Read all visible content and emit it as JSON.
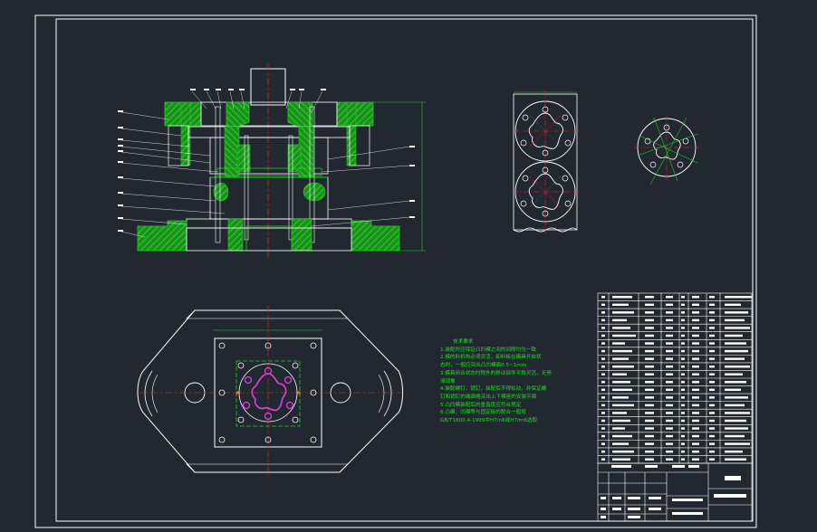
{
  "drawing": {
    "tech_requirements": {
      "title": "技术要求",
      "lines": [
        "1.装配时应保证凸凹模之间的间隙均匀一致",
        "2.模的料机构必须灵活，卸料板在模具开启状",
        "态时，一般应突出凸凹模面0.5~1mm",
        "3.模具闭合状态时除外的移动部件平稳灵活，无停",
        "滞现象",
        "4.装配螺钉，销钉，装配后不得松动，并保证螺",
        "钉和销钉的端面略突出上下模座的安装平面",
        "5.凸凹模装配后的垂直度应符合规定",
        "6.凸模，凹模等与固定板的配合一般按",
        "GB/T1800.4-1999中H7/n6或H7/m6选取"
      ]
    },
    "colors": {
      "background": "#212830",
      "outline": "#ffffff",
      "section": "#22cc22",
      "hatch": "#1fa31f",
      "centerline": "#ff2020",
      "punch_profile": "#e040e0",
      "hole_marker": "#ff6600",
      "text": "#22dd22"
    }
  }
}
